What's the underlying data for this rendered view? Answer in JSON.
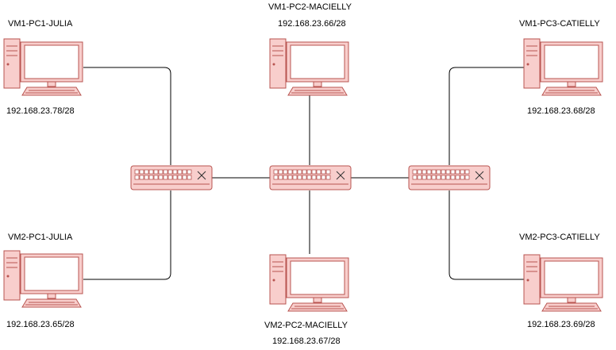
{
  "colors": {
    "device_fill": "#f8cecc",
    "device_stroke": "#b85450",
    "link": "#000000"
  },
  "nodes": {
    "pc_vm1_julia": {
      "name": "VM1-PC1-JULIA",
      "ip": "192.168.23.78/28",
      "icon": "desktop-pc-icon"
    },
    "pc_vm1_macielly": {
      "name": "VM1-PC2-MACIELLY",
      "ip": "192.168.23.66/28",
      "icon": "desktop-pc-icon"
    },
    "pc_vm1_catielly": {
      "name": "VM1-PC3-CATIELLY",
      "ip": "192.168.23.68/28",
      "icon": "desktop-pc-icon"
    },
    "pc_vm2_julia": {
      "name": "VM2-PC1-JULIA",
      "ip": "192.168.23.65/28",
      "icon": "desktop-pc-icon"
    },
    "pc_vm2_macielly": {
      "name": "VM2-PC2-MACIELLY",
      "ip": "192.168.23.67/28",
      "icon": "desktop-pc-icon"
    },
    "pc_vm2_catielly": {
      "name": "VM2-PC3-CATIELLY",
      "ip": "192.168.23.69/28",
      "icon": "desktop-pc-icon"
    },
    "switch_left": {
      "icon": "network-switch-icon"
    },
    "switch_center": {
      "icon": "network-switch-icon"
    },
    "switch_right": {
      "icon": "network-switch-icon"
    }
  },
  "links": [
    [
      "pc_vm1_julia",
      "switch_left"
    ],
    [
      "pc_vm2_julia",
      "switch_left"
    ],
    [
      "switch_left",
      "switch_center"
    ],
    [
      "pc_vm1_macielly",
      "switch_center"
    ],
    [
      "pc_vm2_macielly",
      "switch_center"
    ],
    [
      "switch_center",
      "switch_right"
    ],
    [
      "pc_vm1_catielly",
      "switch_right"
    ],
    [
      "pc_vm2_catielly",
      "switch_right"
    ]
  ]
}
